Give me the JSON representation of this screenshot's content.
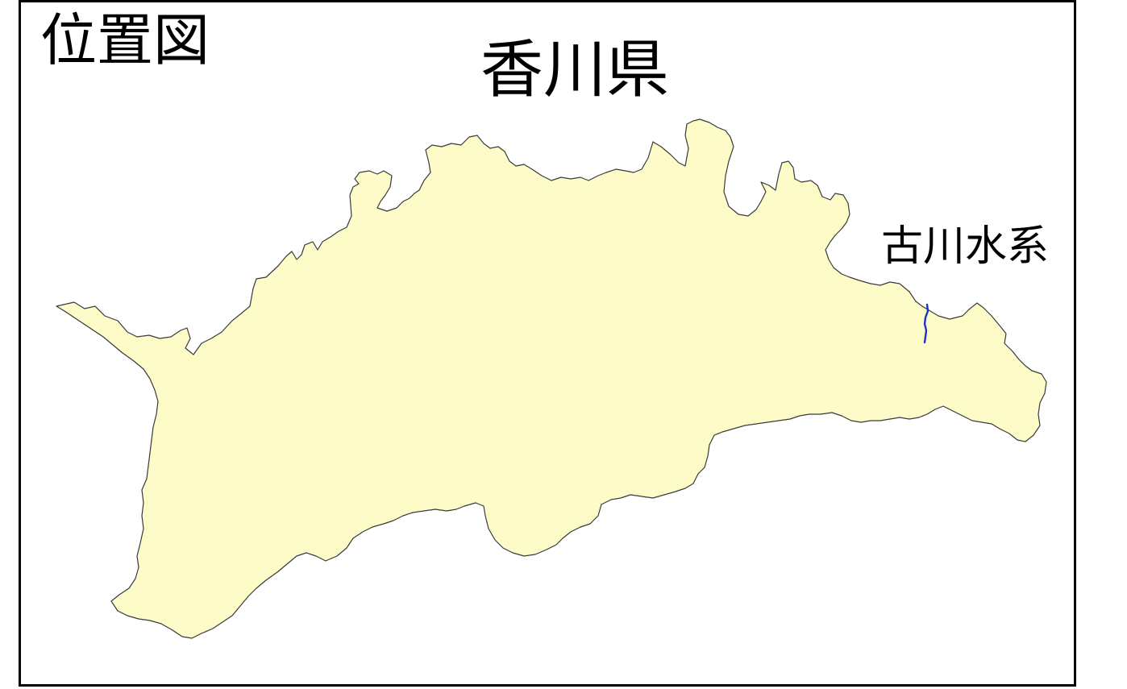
{
  "title": "位置図",
  "map": {
    "prefecture_name": "香川県",
    "river_system_label": "古川水系",
    "land_color": "#fdfbc8",
    "coast_line_color": "#3a3a3a",
    "river_color": "#1a33cc",
    "frame_color": "#000000",
    "background_color": "#ffffff"
  }
}
